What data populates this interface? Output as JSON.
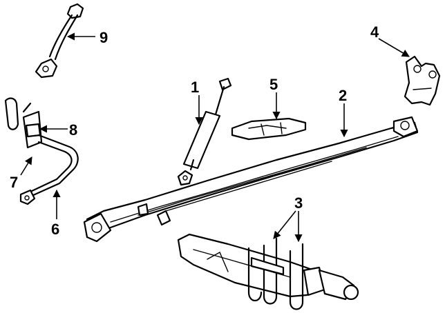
{
  "diagram": {
    "callouts": {
      "c1": "1",
      "c2": "2",
      "c3": "3",
      "c4": "4",
      "c5": "5",
      "c6": "6",
      "c7": "7",
      "c8": "8",
      "c9": "9"
    },
    "colors": {
      "line": "#000000",
      "fill": "#ffffff"
    }
  }
}
